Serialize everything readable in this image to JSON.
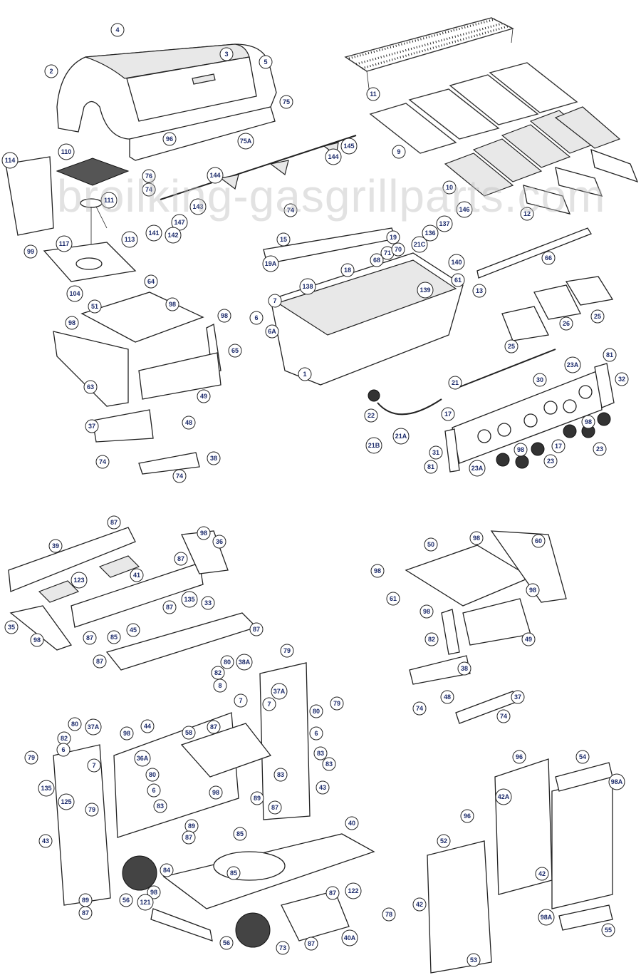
{
  "watermark": "broilking-gasgrillparts.com",
  "colors": {
    "callout_text": "#1c2b6b",
    "line": "#222222",
    "watermark": "#bebebe"
  },
  "callouts": [
    "4",
    "2",
    "3",
    "5",
    "75",
    "96",
    "75A",
    "110",
    "114",
    "76",
    "74",
    "111",
    "144",
    "145",
    "144",
    "74",
    "143",
    "147",
    "141",
    "142",
    "99",
    "117",
    "113",
    "15",
    "19A",
    "104",
    "64",
    "98",
    "51",
    "138",
    "7",
    "6",
    "6A",
    "98",
    "98",
    "65",
    "63",
    "49",
    "1",
    "11",
    "9",
    "10",
    "12",
    "146",
    "137",
    "136",
    "21C",
    "19",
    "71",
    "70",
    "68",
    "18",
    "140",
    "139",
    "61",
    "13",
    "66",
    "25",
    "26",
    "25",
    "81",
    "32",
    "23A",
    "30",
    "21",
    "22",
    "17",
    "98",
    "23",
    "17",
    "98",
    "23",
    "23A",
    "31",
    "81",
    "21A",
    "21B",
    "37",
    "48",
    "74",
    "38",
    "74",
    "87",
    "39",
    "98",
    "36",
    "87",
    "41",
    "123",
    "135",
    "87",
    "33",
    "35",
    "98",
    "87",
    "85",
    "45",
    "87",
    "87",
    "79",
    "80",
    "38A",
    "82",
    "8",
    "7",
    "37A",
    "7",
    "79",
    "80",
    "6",
    "44",
    "58",
    "87",
    "98",
    "80",
    "37A",
    "82",
    "6",
    "7",
    "79",
    "36A",
    "80",
    "83",
    "83",
    "83",
    "98",
    "89",
    "87",
    "43",
    "6",
    "135",
    "125",
    "79",
    "83",
    "89",
    "87",
    "85",
    "40",
    "43",
    "85",
    "84",
    "56",
    "98",
    "87",
    "122",
    "78",
    "121",
    "89",
    "87",
    "56",
    "73",
    "87",
    "40A",
    "98",
    "60",
    "50",
    "98",
    "61",
    "98",
    "98",
    "82",
    "49",
    "38",
    "48",
    "37",
    "74",
    "74",
    "96",
    "54",
    "42A",
    "98A",
    "96",
    "42",
    "52",
    "42",
    "98A",
    "55",
    "53"
  ]
}
